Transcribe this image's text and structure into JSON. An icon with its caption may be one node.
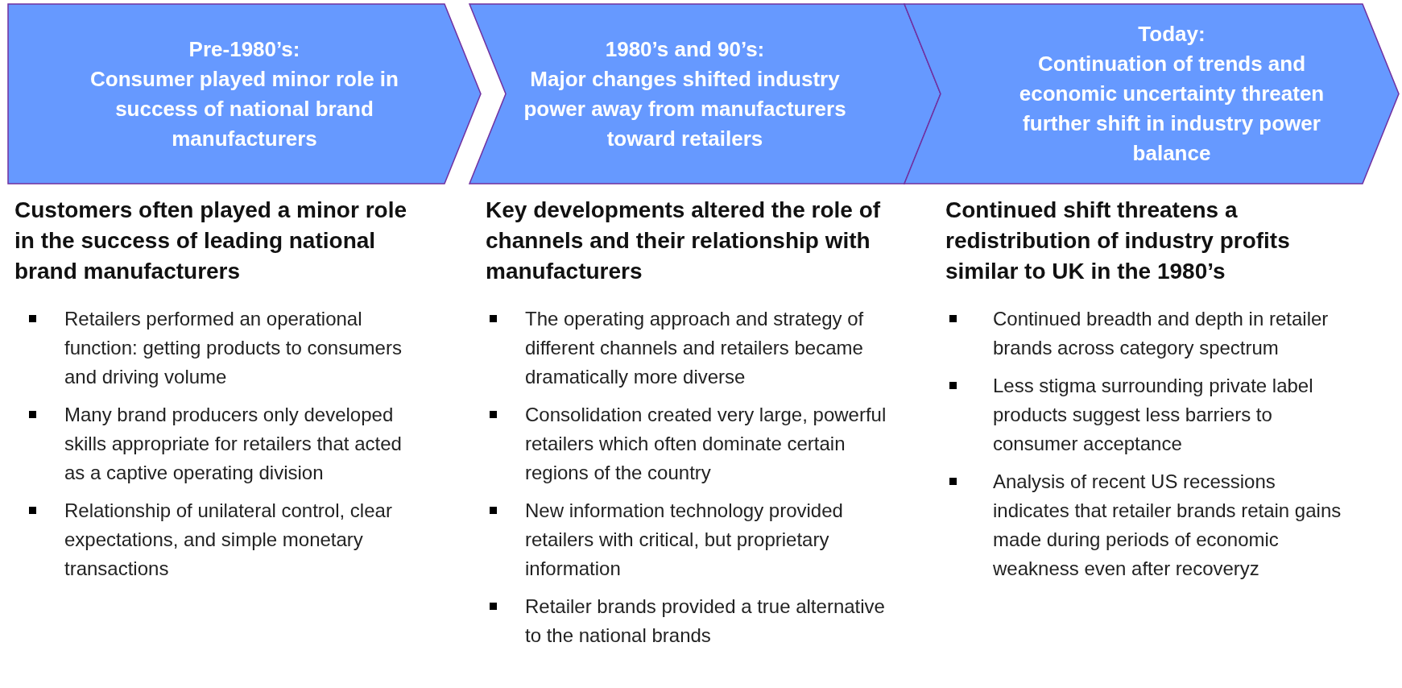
{
  "diagram": {
    "nodes": [
      {
        "text": [
          "Pre-1980’s:",
          "Consumer played minor role in success of national brand manufacturers"
        ]
      },
      {
        "text": [
          "1980’s and 90’s:",
          "Major changes shifted industry power away from manufacturers toward retailers"
        ]
      },
      {
        "text": [
          "Today:",
          "Continuation of trends and economic uncertainty threaten further shift in industry power balance"
        ]
      }
    ],
    "labels": [
      "Customers often played a minor role in the success of leading national brand manufacturers",
      "Retailers performed an operational function: getting products to consumers and driving volume",
      "Many brand producers only developed skills appropriate for retailers that acted as a captive operating division",
      "Relationship of unilateral control, clear expectations, and simple monetary transactions",
      "Key developments altered the role of channels and their relationship with manufacturers",
      "The operating approach and strategy of different channels and retailers became dramatically more diverse",
      "Consolidation created very large, powerful retailers which often dominate certain regions of the country",
      "New information technology provided retailers with critical, but proprietary information",
      "Retailer brands provided a true alternative to the national brands",
      "Continued shift threatens a redistribution of industry profits similar to UK in the 1980’s",
      "Continued breadth and depth in retailer brands across category spectrum",
      "Less stigma surrounding private label products suggest less barriers to consumer acceptance",
      "Analysis of recent US recessions indicates that retailer brands retain gains made during periods of economic weakness even after recoveryz"
    ]
  }
}
